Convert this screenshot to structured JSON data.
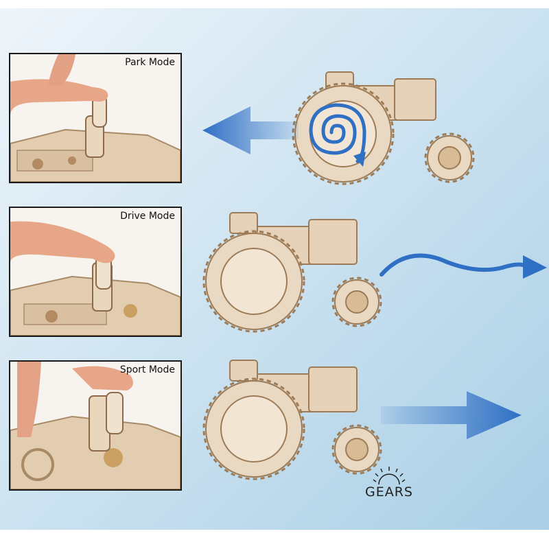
{
  "panels": [
    {
      "label": "Park Mode"
    },
    {
      "label": "Drive Mode"
    },
    {
      "label": "Sport Mode"
    }
  ],
  "logo": {
    "text": "GEARS",
    "icon": "gear-outline-icon"
  },
  "colors": {
    "arrow_blue": "#2f6fc4",
    "wood": "#e6d2b8",
    "wood_dark": "#b89a78",
    "skin": "#e8a888"
  },
  "icons": {
    "park": "spiral-icon",
    "drive": "wave-arrow-icon",
    "sport": "straight-arrow-icon",
    "back": "left-arrow-icon"
  }
}
